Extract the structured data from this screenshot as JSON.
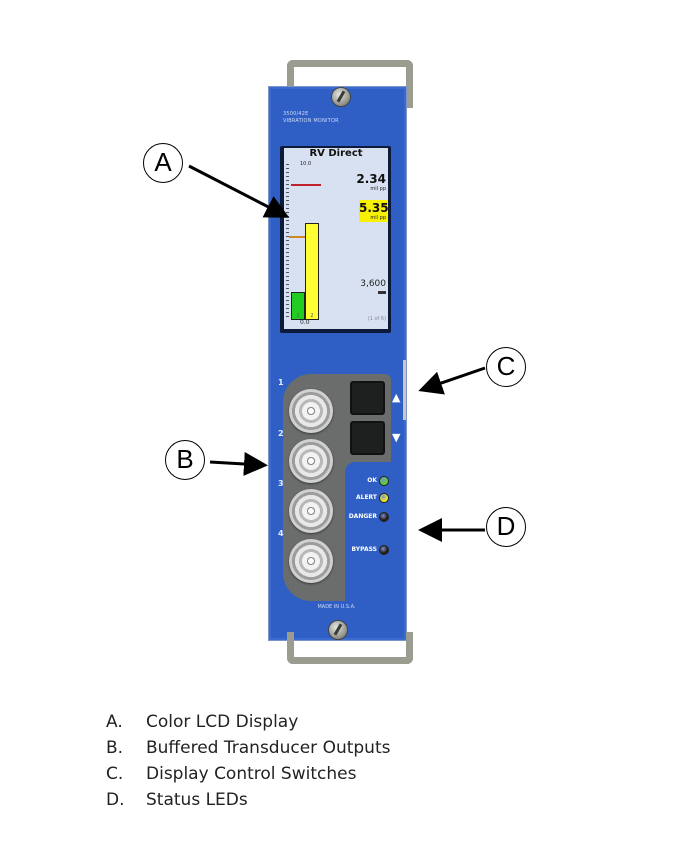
{
  "module": {
    "model": "3500/42E",
    "name": "VIBRATION MONITOR",
    "made_in": "MADE IN U.S.A."
  },
  "lcd": {
    "title": "RV Direct",
    "full_scale": "10.0",
    "zero": "0.0",
    "bars": [
      {
        "label": "1",
        "value_fraction": 0.18,
        "color": "#22cc22"
      },
      {
        "label": "2",
        "value_fraction": 0.62,
        "color": "#ffff33"
      }
    ],
    "danger_level_fraction": 0.87,
    "alert_level_fraction": 0.54,
    "reading1": {
      "value": "2.34",
      "unit": "mil pp"
    },
    "reading2": {
      "value": "5.35",
      "unit": "mil pp"
    },
    "speed": "3,600",
    "page": "(1 of 6)"
  },
  "outputs": [
    {
      "number": "1"
    },
    {
      "number": "2"
    },
    {
      "number": "3"
    },
    {
      "number": "4"
    }
  ],
  "switches": [
    {
      "name": "up",
      "glyph": "▲"
    },
    {
      "name": "down",
      "glyph": "▼"
    }
  ],
  "leds": [
    {
      "label": "OK",
      "color": "#5fd030"
    },
    {
      "label": "ALERT",
      "color": "#f2e81e"
    },
    {
      "label": "DANGER",
      "color": "#2a1a14"
    },
    {
      "label": "BYPASS",
      "color": "#2a1a14"
    }
  ],
  "callouts": {
    "A": "A",
    "B": "B",
    "C": "C",
    "D": "D"
  },
  "legend": [
    {
      "key": "A.",
      "text": "Color LCD Display"
    },
    {
      "key": "B.",
      "text": "Buffered Transducer Outputs"
    },
    {
      "key": "C.",
      "text": "Display Control Switches"
    },
    {
      "key": "D.",
      "text": "Status LEDs"
    }
  ]
}
